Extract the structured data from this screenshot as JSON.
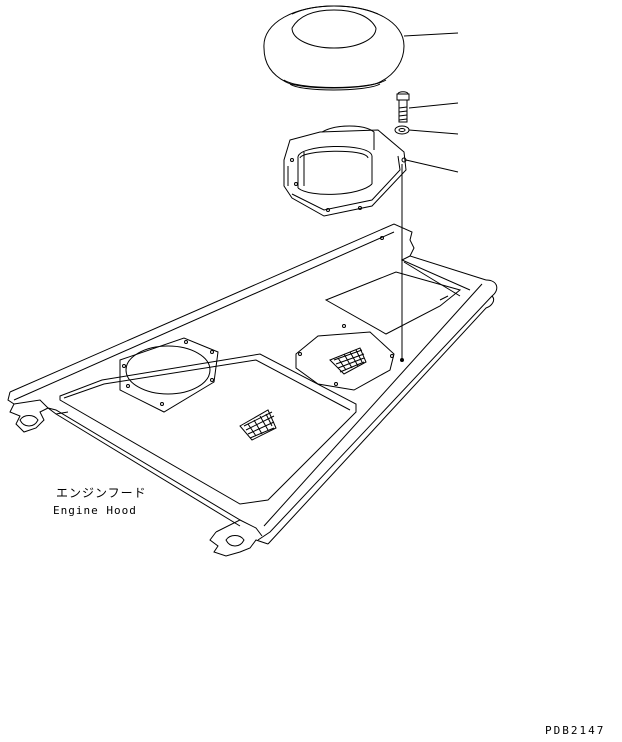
{
  "labels": {
    "assembly_name_jp": "エンジンフード",
    "assembly_name_en": "Engine Hood"
  },
  "drawing_number": "PDB2147",
  "parts": [
    {
      "id": "rain-cap",
      "has_leader": true
    },
    {
      "id": "bolt",
      "has_leader": true
    },
    {
      "id": "washer",
      "has_leader": true
    },
    {
      "id": "precleaner-duct",
      "has_leader": true
    },
    {
      "id": "engine-hood",
      "has_leader": false
    }
  ],
  "colors": {
    "line": "#000000",
    "background": "#ffffff"
  }
}
